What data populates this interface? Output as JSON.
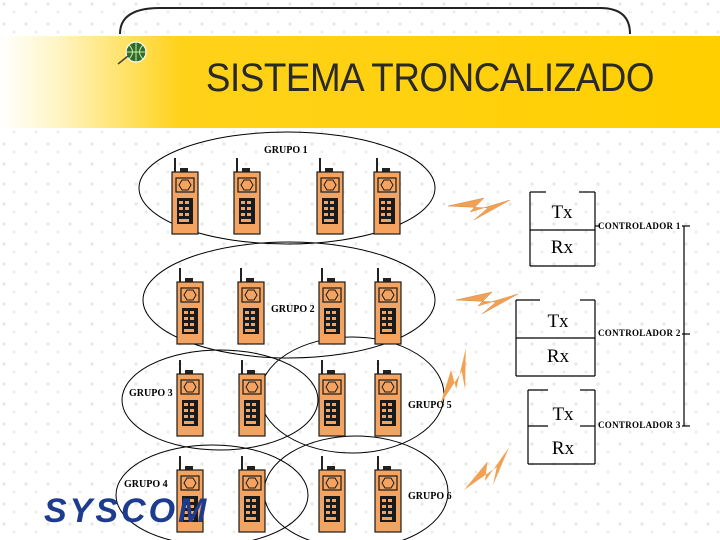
{
  "title": "SISTEMA TRONCALIZADO",
  "groups": [
    "GRUPO 1",
    "GRUPO 2",
    "GRUPO 3",
    "GRUPO 4",
    "GRUPO 5",
    "GRUPO 6"
  ],
  "stations": [
    {
      "tx": "Tx",
      "rx": "Rx",
      "controller": "CONTROLADOR 1"
    },
    {
      "tx": "Tx",
      "rx": "Rx",
      "controller": "CONTROLADOR 2"
    },
    {
      "tx": "Tx",
      "rx": "Rx",
      "controller": "CONTROLADOR 3"
    }
  ],
  "logo": "SYSCOM",
  "colors": {
    "title_band": "#ffcf00",
    "radio_body": "#f4a460",
    "radio_dark": "#1a1a1a",
    "lightning": "#f2a154"
  },
  "icons": [
    "globe-icon",
    "radio-icon",
    "lightning-icon"
  ]
}
